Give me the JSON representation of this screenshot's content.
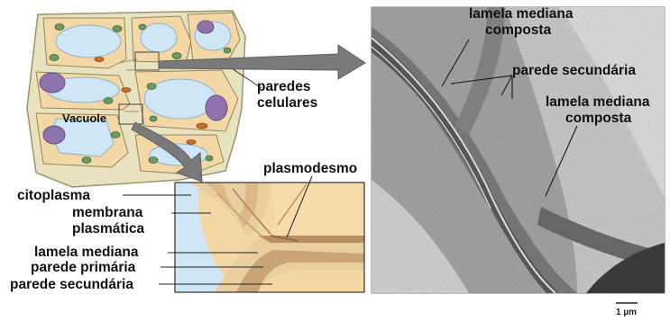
{
  "labels": {
    "vacuole": "Vacuole",
    "cell_walls": [
      "paredes",
      "celulares"
    ],
    "plasmodesma": "plasmodesmo",
    "cytoplasm": "citoplasma",
    "plasma_membrane": [
      "membrana",
      "plasmática"
    ],
    "middle_lamella": "lamela mediana",
    "primary_wall": "parede primária",
    "secondary_wall": "parede secundária",
    "compound_middle_lamella_top": [
      "lamela mediana",
      "composta"
    ],
    "secondary_wall_micrograph": "parede secundária",
    "compound_middle_lamella_right": [
      "lamela mediana",
      "composta"
    ],
    "scale_bar": "1 µm"
  },
  "colors": {
    "cell_wall": "#e9e2bf",
    "wall_outline": "#9c9470",
    "vacuole": "#cfe6f7",
    "cytoplasm": "#f3d8a6",
    "nucleus": "#8f73ad",
    "chloroplast": "#6e9a62",
    "mitochondrion": "#c86d2a",
    "micrograph_bg": "#9a9a9a",
    "arrow": "#7a7a7a"
  }
}
